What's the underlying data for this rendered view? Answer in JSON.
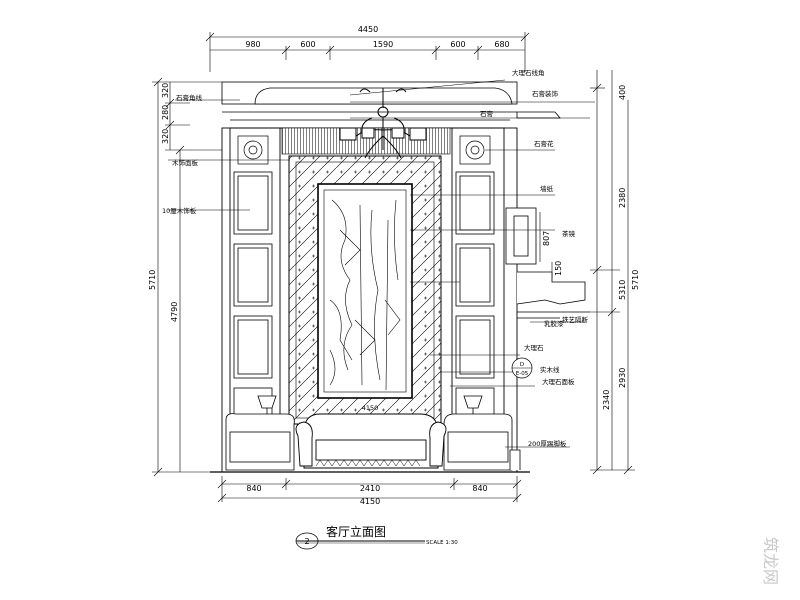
{
  "top_dims": {
    "overall": "4450",
    "segments": [
      "980",
      "600",
      "1590",
      "600",
      "680"
    ]
  },
  "bottom_dims": {
    "segments": [
      "840",
      "2410",
      "840"
    ],
    "overall": "4150"
  },
  "left_dims": {
    "stack": [
      "320",
      "280",
      "320"
    ],
    "overall": "5710",
    "lower": "4790"
  },
  "right_dims": {
    "top": "400",
    "upper": "2380",
    "total_a": "5310",
    "total_b": "5710",
    "mid": "807",
    "small": "150",
    "lower_a": "2930",
    "lower_b": "2340"
  },
  "labels": {
    "l1": "石膏角线",
    "l2": "木饰面板",
    "l3": "10厘木饰板",
    "r1": "大理石线角",
    "r2": "石膏装饰",
    "r3": "石膏",
    "r4": "石膏花",
    "r5": "墙纸",
    "r6": "茶镜",
    "r7": "乳胶漆",
    "r8": "大理石",
    "r9": "实木线",
    "r10": "大理石面板",
    "r11": "铁艺隔断",
    "r12": "200厚踢脚板",
    "center": "4150"
  },
  "callout": {
    "top": "D",
    "bottom": "E-05"
  },
  "title": {
    "number": "2",
    "text": "客厅立面图",
    "scale": "SCALE 1:30"
  },
  "watermark": "筑龙网"
}
